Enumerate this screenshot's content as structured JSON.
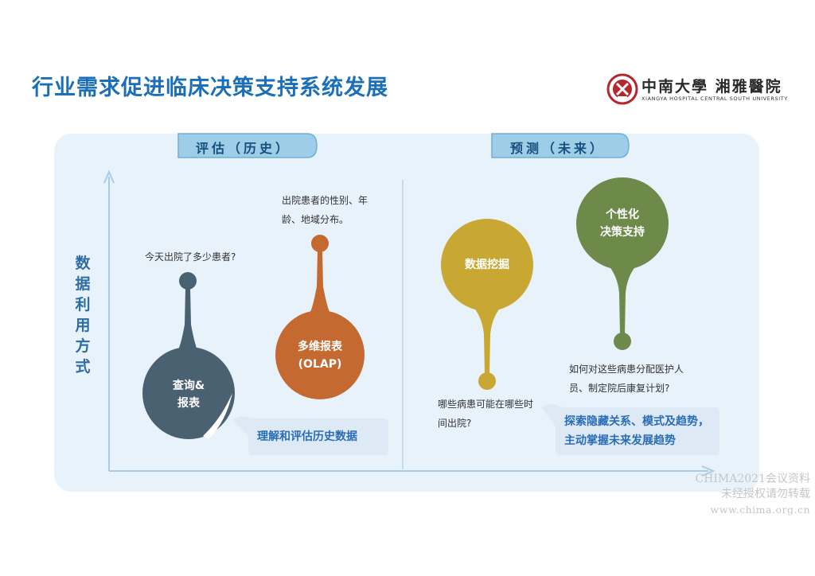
{
  "slide": {
    "title": "行业需求促进临床决策支持系统发展"
  },
  "logo": {
    "cn_name": "中南大學 湘雅醫院",
    "en_name": "XIANGYA HOSPITAL CENTRAL SOUTH UNIVERSITY"
  },
  "diagram": {
    "y_axis_label": "数据利用方式",
    "left_tab": "评估（历史）",
    "right_tab": "预测（未来）",
    "nodes": [
      {
        "label": "查询&\n报表",
        "color": "#4a6171",
        "annotation": "今天出院了多少患者?"
      },
      {
        "label": "多维报表\n(OLAP)",
        "color": "#c46a30",
        "annotation": "出院患者的性别、年龄、地域分布。"
      },
      {
        "label": "数据挖掘",
        "color": "#c8a733",
        "annotation": "哪些病患可能在哪些时间出院?"
      },
      {
        "label": "个性化\n决策支持",
        "color": "#6d8a4b",
        "annotation": "如何对这些病患分配医护人员、制定院后康复计划?"
      }
    ],
    "left_callout": "理解和评估历史数据",
    "right_callout": "探索隐藏关系、模式及趋势，\n主动掌握未来发展趋势"
  },
  "watermark": {
    "line1": "CHIMA2021会议资料",
    "line2": "未经授权请勿转载",
    "line3": "www.chima.org.cn"
  }
}
